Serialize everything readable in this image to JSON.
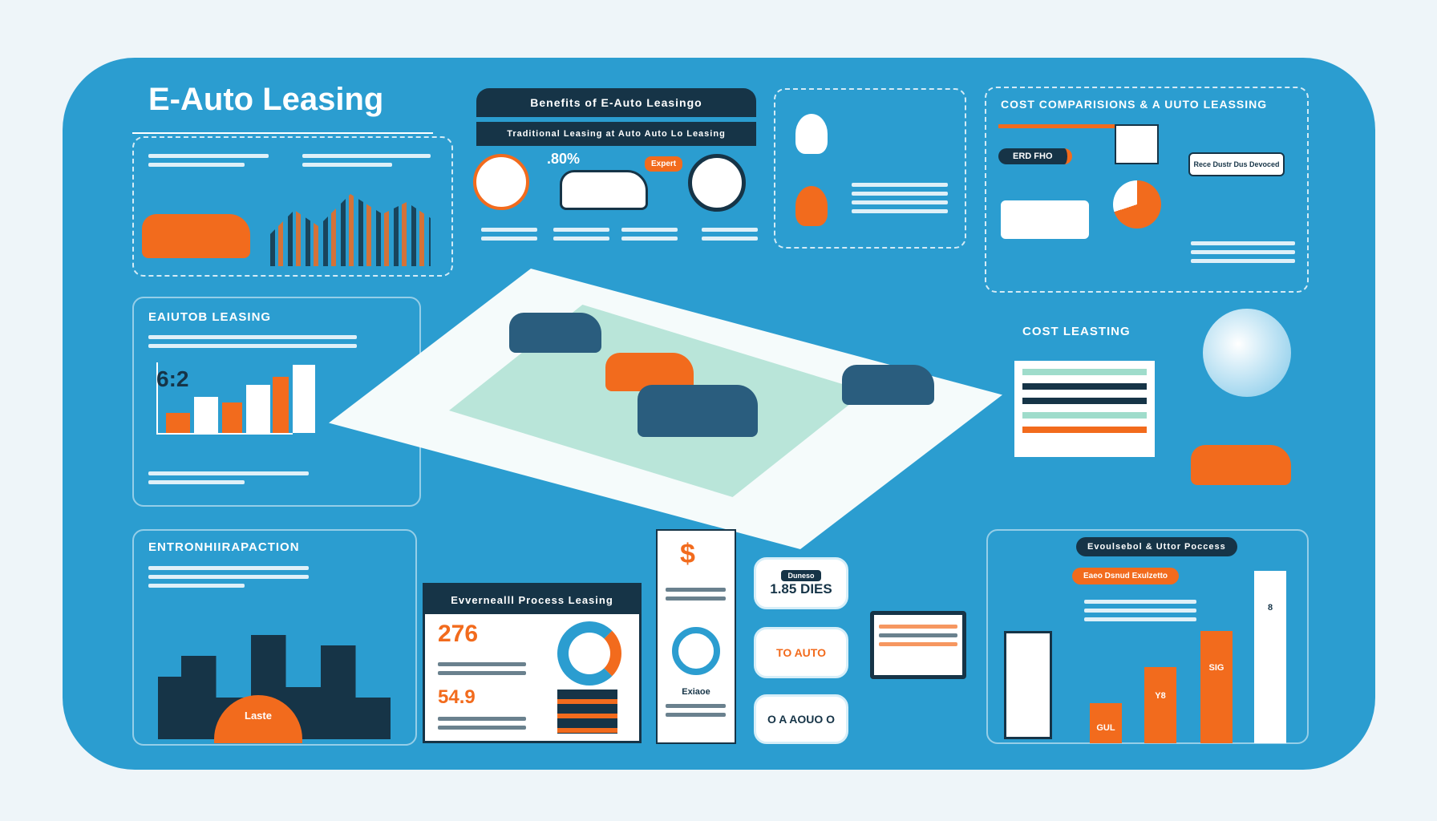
{
  "title": "E-Auto Leasing",
  "benefits": {
    "header": "Benefits of E-Auto Leasingo",
    "subheader": "Traditional Leasing at Auto Auto Lo Leasing",
    "percent": ".80%",
    "tag": "Expert"
  },
  "cost_comparisons": {
    "header": "Cost Comparisions & A Uuto Leassing",
    "pill": "ERD FHO",
    "badge": "Rece Dustr Dus Devoced"
  },
  "eauto_leasing": {
    "header": "Eaiutob Leasing",
    "stat": "6:2"
  },
  "cost_leasing": {
    "header": "Cost Leasting"
  },
  "environmental": {
    "header": "Entronhiirapaction",
    "dome_label": "Laste"
  },
  "process": {
    "header": "Evvernealll Process Leasing",
    "stat1": "276",
    "stat2": "54.9"
  },
  "middle": {
    "label": "Exiaoe"
  },
  "cards": [
    {
      "label": "Duneso",
      "value": "1.85 DIES"
    },
    {
      "value": "TO   AUTO"
    },
    {
      "value": "O A AOUO O"
    }
  ],
  "bottom_right": {
    "header": "Evoulsebol & Uttor Poccess",
    "pill": "Eaeo Dsnud Exulzetto",
    "bar_labels": [
      "GUL",
      "Y8",
      "SIG",
      "8"
    ]
  },
  "colors": {
    "panel": "#2b9dd0",
    "dark": "#163447",
    "accent": "#f26b1d"
  }
}
